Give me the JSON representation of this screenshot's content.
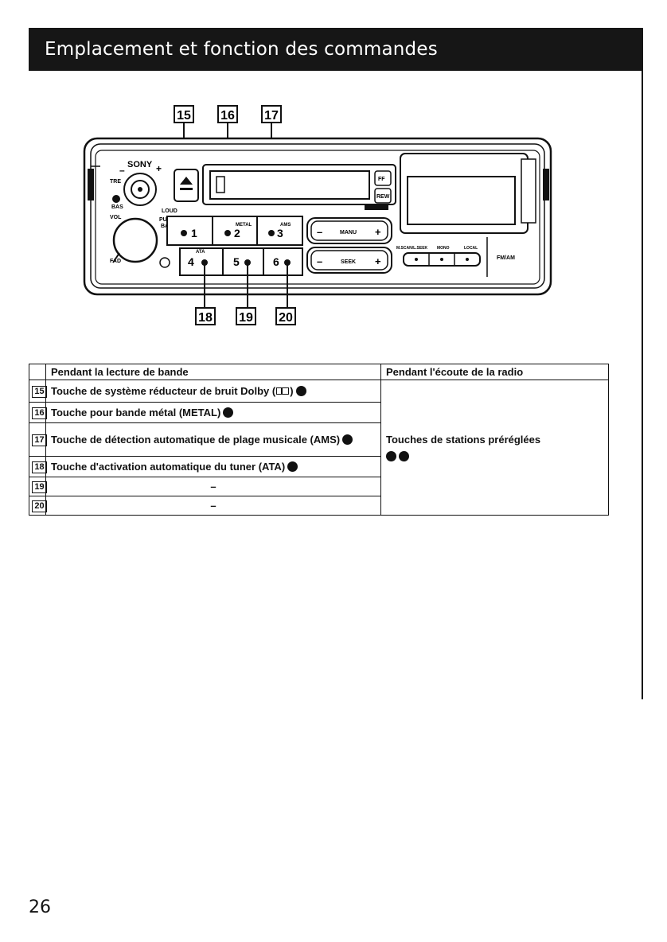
{
  "header": {
    "title": "Emplacement et fonction des commandes"
  },
  "diagram": {
    "callouts_top": [
      "15",
      "16",
      "17"
    ],
    "callouts_bottom": [
      "18",
      "19",
      "20"
    ],
    "brand": "SONY",
    "labels": {
      "tre": "TRE",
      "bas": "BAS",
      "vol": "VOL",
      "loud": "LOUD",
      "pull": "PULL",
      "bal": "BAL",
      "fad": "FAD",
      "ff": "FF",
      "rew": "REW",
      "manu": "MANU",
      "seek": "SEEK",
      "metal": "METAL",
      "ams": "AMS",
      "ata": "ATA",
      "fmam": "FM/AM",
      "band": "M.SCAN/L.SEEK",
      "mono": "MONO",
      "local": "LOCAL"
    },
    "presets": [
      "1",
      "2",
      "3",
      "4",
      "5",
      "6"
    ],
    "minus": "–",
    "plus": "+"
  },
  "table": {
    "header_tape": "Pendant la lecture de bande",
    "header_radio": "Pendant l'écoute de la radio",
    "rows": [
      {
        "num": "15",
        "tape": "Touche de système réducteur de bruit Dolby (",
        "tape_end": ")"
      },
      {
        "num": "16",
        "tape": "Touche pour bande métal (METAL)"
      },
      {
        "num": "17",
        "tape": "Touche de détection automatique de plage musicale (AMS)"
      },
      {
        "num": "18",
        "tape": "Touche d'activation automatique du tuner (ATA)"
      },
      {
        "num": "19",
        "tape": "–"
      },
      {
        "num": "20",
        "tape": "–"
      }
    ],
    "radio_text": "Touches de stations préréglées"
  },
  "page_number": "26"
}
